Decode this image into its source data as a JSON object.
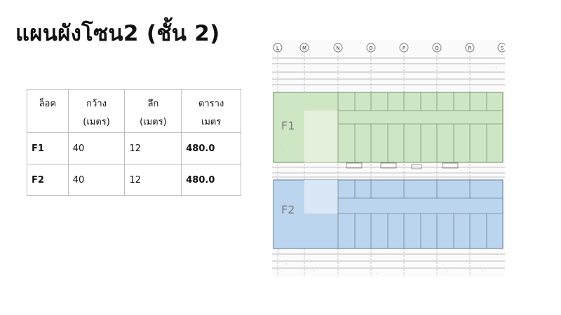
{
  "slide": {
    "title": "แผนผังโซน2 (ชั้น 2)"
  },
  "table": {
    "headers": [
      {
        "line1": "ล็อค",
        "line2": ""
      },
      {
        "line1": "กว้าง",
        "line2": "(เมตร)"
      },
      {
        "line1": "ลึก",
        "line2": "(เมตร)"
      },
      {
        "line1": "ตาราง",
        "line2": "เมตร"
      }
    ],
    "rows": [
      {
        "lot": "F1",
        "width": "40",
        "depth": "12",
        "area": "480.0"
      },
      {
        "lot": "F2",
        "width": "40",
        "depth": "12",
        "area": "480.0"
      }
    ]
  },
  "floorplan": {
    "grid_markers": [
      "L",
      "M",
      "N",
      "O",
      "P",
      "Q",
      "R",
      "S"
    ],
    "zones": [
      {
        "label": "F1",
        "color": "#cfe6c4"
      },
      {
        "label": "F2",
        "color": "#bcd5ee"
      }
    ]
  }
}
